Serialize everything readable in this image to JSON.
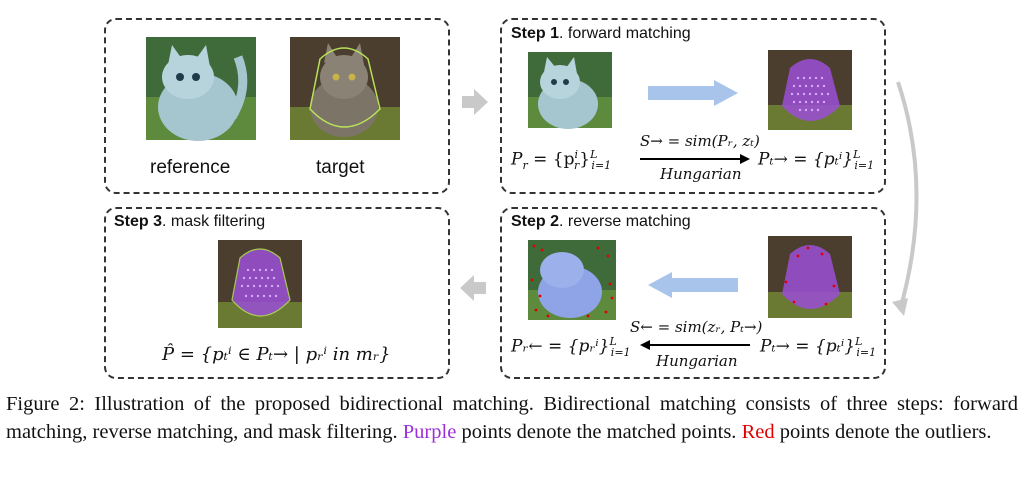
{
  "panel_top_left": {
    "ref_label": "reference",
    "target_label": "target"
  },
  "step1": {
    "title_bold": "Step 1",
    "title_rest": ". forward matching",
    "eq_left": "P",
    "eq_left_sub": "r",
    "set_left": "= {p",
    "set_left_sup": "i",
    "set_left_sub": "r",
    "close_left": "}",
    "close_left_sup": "L",
    "close_left_sub": "i=1",
    "sim_label": "S→ = sim(Pᵣ, zₜ)",
    "hungarian": "Hungarian",
    "eq_right": "Pₜ→ = {pₜⁱ}",
    "eq_right_sup": "L",
    "eq_right_sub": "i=1"
  },
  "step2": {
    "title_bold": "Step 2",
    "title_rest": ". reverse matching",
    "eq_left": "Pᵣ← = {pᵣⁱ}",
    "eq_left_sup": "L",
    "eq_left_sub": "i=1",
    "sim_label": "S← = sim(zᵣ, Pₜ→)",
    "hungarian": "Hungarian",
    "eq_right": "Pₜ→ = {pₜⁱ}",
    "eq_right_sup": "L",
    "eq_right_sub": "i=1"
  },
  "step3": {
    "title_bold": "Step 3",
    "title_rest": ". mask filtering",
    "eq": "P̂  = {pₜⁱ ∈ Pₜ→ | pᵣⁱ in mᵣ}"
  },
  "caption": {
    "part1": "Figure 2: Illustration of the proposed bidirectional matching. Bidirectional matching consists of three steps: forward matching, reverse matching, and mask filtering. ",
    "purple_word": "Purple",
    "part2": " points denote the matched points. ",
    "red_word": "Red",
    "part3": " points denote the outliers."
  },
  "colors": {
    "purple": "#9b30d9",
    "red": "#e00000",
    "arrow_blue": "#a9c4ea",
    "arrow_gray": "#c9c9c9"
  }
}
